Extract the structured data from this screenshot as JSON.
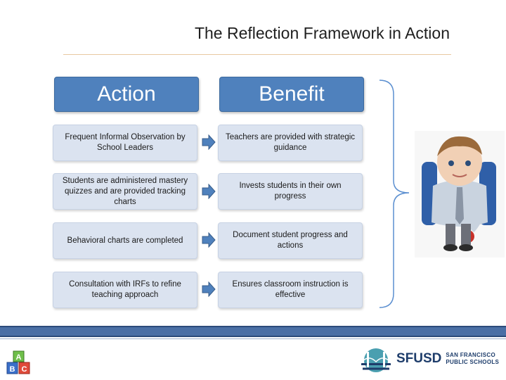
{
  "title": "The Reflection Framework in Action",
  "headers": {
    "action": "Action",
    "benefit": "Benefit"
  },
  "rows": [
    {
      "action": "Frequent Informal Observation by School Leaders",
      "benefit": "Teachers are provided with strategic guidance"
    },
    {
      "action": "Students are administered mastery quizzes and are provided tracking charts",
      "benefit": "Invests students in their own progress"
    },
    {
      "action": "Behavioral charts are completed",
      "benefit": "Document student progress and actions"
    },
    {
      "action": "Consultation with IRFs to refine teaching approach",
      "benefit": "Ensures classroom instruction is effective"
    }
  ],
  "logo": {
    "name": "SFUSD",
    "subtitle": "SAN FRANCISCO\nPUBLIC SCHOOLS"
  },
  "blocks_letters": [
    "A",
    "B",
    "C"
  ],
  "colors": {
    "header_fill": "#4f81bd",
    "row_fill": "#dbe3f0",
    "arrow_fill": "#4f81bd",
    "footer_band": "#4a6fa5"
  }
}
